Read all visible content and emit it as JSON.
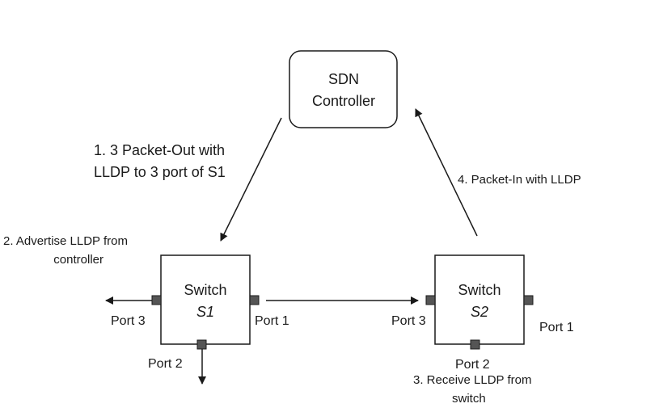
{
  "controller": {
    "line1": "SDN",
    "line2": "Controller"
  },
  "switches": {
    "s1": {
      "title": "Switch",
      "id": "S1",
      "ports": {
        "port1": "Port 1",
        "port2": "Port 2",
        "port3": "Port 3"
      }
    },
    "s2": {
      "title": "Switch",
      "id": "S2",
      "ports": {
        "port1": "Port 1",
        "port2": "Port 2",
        "port3": "Port 3"
      }
    }
  },
  "steps": {
    "step1": {
      "line1": "1. 3 Packet-Out with",
      "line2": "LLDP to 3 port of S1"
    },
    "step2": {
      "line1": "2. Advertise LLDP from",
      "line2": "controller"
    },
    "step3": {
      "line1": "3. Receive LLDP from",
      "line2": "switch"
    },
    "step4": {
      "line1": "4. Packet-In with LLDP"
    }
  },
  "colors": {
    "line": "#1a1a1a",
    "port": "#555555",
    "box_fill": "#ffffff"
  }
}
